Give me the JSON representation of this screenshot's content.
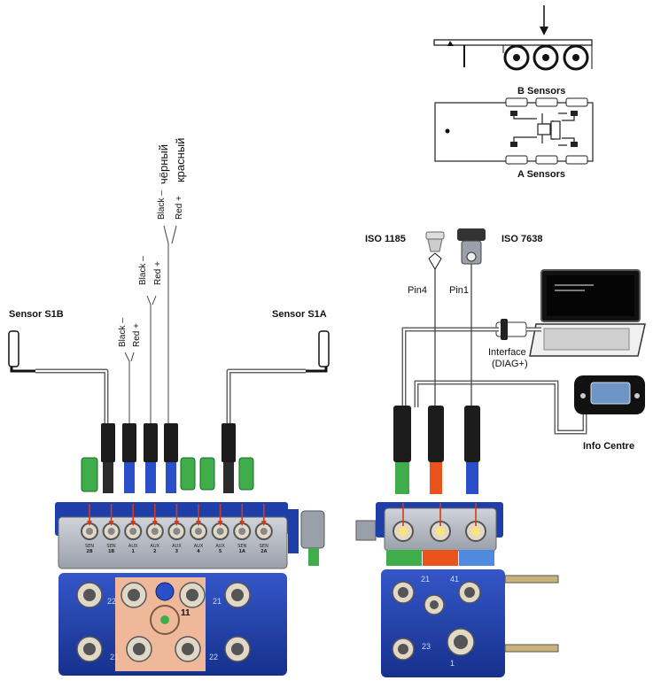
{
  "truck_view": {
    "b_sensors_label": "B Sensors",
    "a_sensors_label": "A Sensors"
  },
  "left_wiring": {
    "sensor_s1b": "Sensor S1B",
    "sensor_s1a": "Sensor S1A",
    "pair1": {
      "black": "Black –",
      "red": "Red +"
    },
    "pair2": {
      "black": "Black –",
      "red": "Red +"
    },
    "pair3": {
      "black": "Black –",
      "red": "Red +",
      "black_ru": "чёрный",
      "red_ru": "красный"
    }
  },
  "right_wiring": {
    "iso_1185": "ISO 1185",
    "iso_7638": "ISO 7638",
    "pin4": "Pin4",
    "pin1": "Pin1",
    "interface": "Interface",
    "interface_sub": "(DIAG+)",
    "info_centre": "Info Centre"
  },
  "left_module_ports": [
    {
      "top": "SEN",
      "bottom": "2B"
    },
    {
      "top": "SEN",
      "bottom": "1B"
    },
    {
      "top": "AUX",
      "bottom": "1"
    },
    {
      "top": "AUX",
      "bottom": "2"
    },
    {
      "top": "AUX",
      "bottom": "3"
    },
    {
      "top": "AUX",
      "bottom": "4"
    },
    {
      "top": "AUX",
      "bottom": "5"
    },
    {
      "top": "SEN",
      "bottom": "1A"
    },
    {
      "top": "SEN",
      "bottom": "2A"
    }
  ],
  "module_marks": {
    "port_11": "11",
    "port_22a": "22",
    "port_21a": "21",
    "port_21b": "21",
    "port_22b": "22",
    "port_21_right": "21",
    "port_41": "41",
    "port_23": "23",
    "port_1": "1"
  },
  "colors": {
    "module_blue": "#1f3ea8",
    "plate_gray": "#b8bdc6",
    "connector_green": "#3fae4a",
    "connector_orange": "#e8541c",
    "connector_blue": "#2a4fc8",
    "pad_peach": "#f0b89a"
  }
}
